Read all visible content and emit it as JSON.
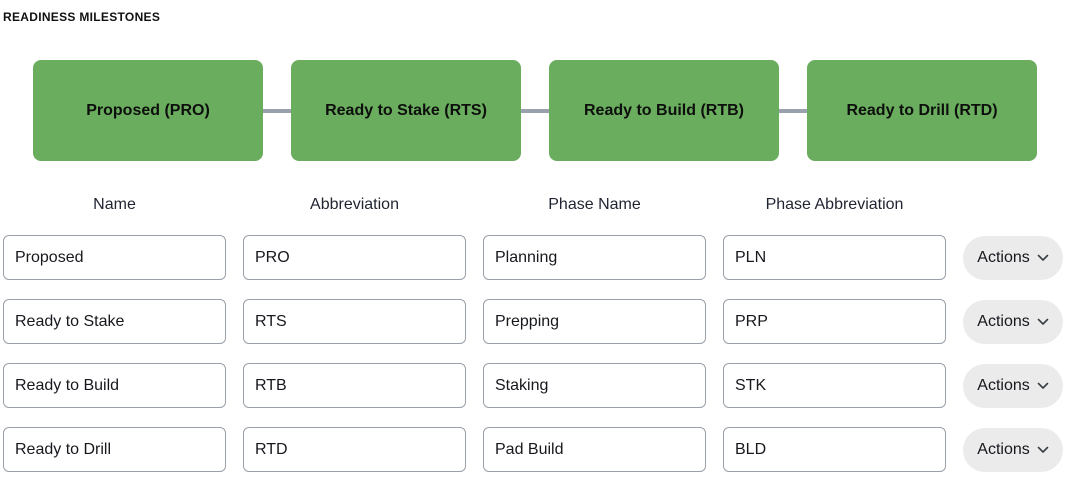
{
  "page": {
    "title": "READINESS MILESTONES"
  },
  "flow": {
    "node_color": "#6aad5e",
    "connector_color": "#99a1ac",
    "nodes": [
      {
        "label": "Proposed (PRO)"
      },
      {
        "label": "Ready to Stake (RTS)"
      },
      {
        "label": "Ready to Build (RTB)"
      },
      {
        "label": "Ready to Drill (RTD)"
      }
    ]
  },
  "table": {
    "headers": [
      "Name",
      "Abbreviation",
      "Phase Name",
      "Phase Abbreviation"
    ],
    "rows": [
      {
        "name": "Proposed",
        "abbreviation": "PRO",
        "phase_name": "Planning",
        "phase_abbreviation": "PLN"
      },
      {
        "name": "Ready to Stake",
        "abbreviation": "RTS",
        "phase_name": "Prepping",
        "phase_abbreviation": "PRP"
      },
      {
        "name": "Ready to Build",
        "abbreviation": "RTB",
        "phase_name": "Staking",
        "phase_abbreviation": "STK"
      },
      {
        "name": "Ready to Drill",
        "abbreviation": "RTD",
        "phase_name": "Pad Build",
        "phase_abbreviation": "BLD"
      }
    ],
    "actions_label": "Actions"
  },
  "icons": {
    "actions_chevron": "chevron-down"
  }
}
